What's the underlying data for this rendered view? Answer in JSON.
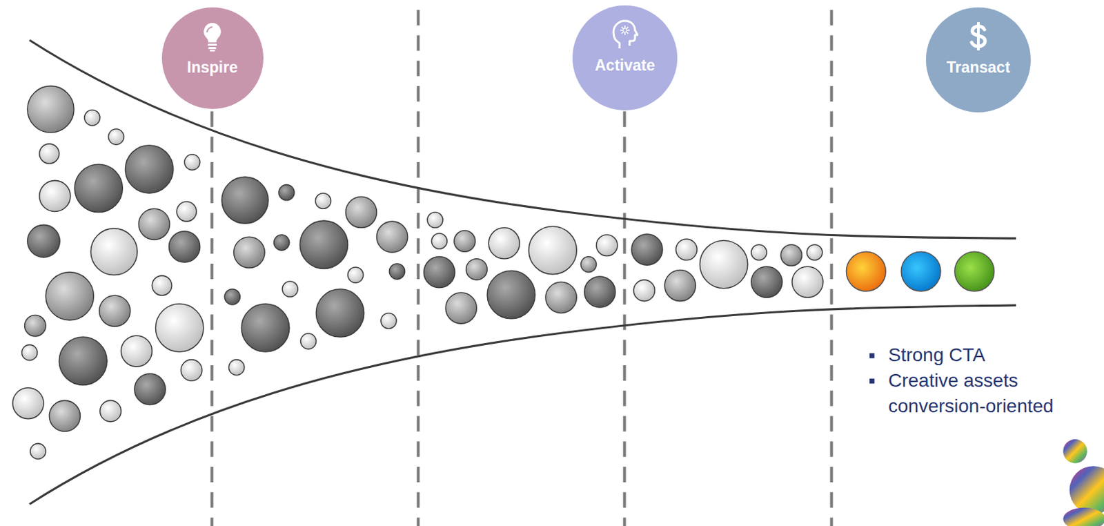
{
  "diagram": {
    "nodes": [
      {
        "text": [
          "Inspire"
        ]
      },
      {
        "text": [
          "Activate"
        ]
      },
      {
        "text": [
          "Transact"
        ]
      }
    ],
    "labels": [
      "Strong CTA",
      "Creative assets conversion-oriented"
    ]
  }
}
